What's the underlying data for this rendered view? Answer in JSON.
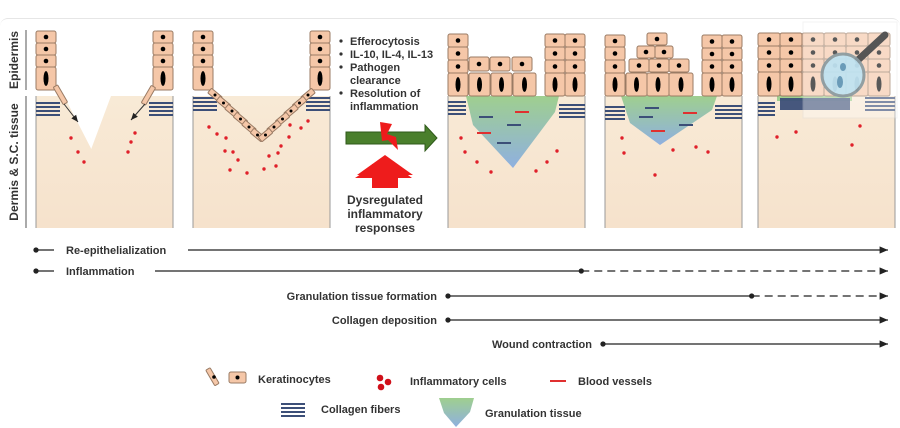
{
  "figure": {
    "layer_labels": {
      "epidermis": "Epidermis",
      "dermis": "Dermis & S.C. tissue"
    },
    "annotations": {
      "bullets": [
        "Efferocytosis",
        "IL-10, IL-4, IL-13",
        "Pathogen",
        "clearance",
        "Resolution of",
        "inflammation"
      ],
      "bullet_marks": [
        true,
        true,
        true,
        false,
        true,
        false
      ],
      "dysregulated": [
        "Dysregulated",
        "inflammatory",
        "responses"
      ]
    },
    "panels": [
      {
        "stage": "open-wound"
      },
      {
        "stage": "migration"
      },
      {
        "stage": "granulation-early"
      },
      {
        "stage": "granulation-late"
      },
      {
        "stage": "remodeled"
      }
    ],
    "timeline": [
      {
        "label": "Re-epithelialization",
        "solid_to": 1.0,
        "dashed_to": null,
        "start": 0.0
      },
      {
        "label": "Inflammation",
        "solid_to": 0.64,
        "dashed_to": 1.0,
        "start": 0.0
      },
      {
        "label": "Granulation tissue formation",
        "solid_to": 0.84,
        "dashed_to": 1.0,
        "start": 0.48
      },
      {
        "label": "Collagen deposition",
        "solid_to": 1.0,
        "dashed_to": null,
        "start": 0.49
      },
      {
        "label": "Wound contraction",
        "solid_to": 1.0,
        "dashed_to": null,
        "start": 0.66
      }
    ],
    "legend": {
      "keratinocytes": "Keratinocytes",
      "inflammatory_cells": "Inflammatory cells",
      "blood_vessels": "Blood vessels",
      "collagen_fibers": "Collagen fibers",
      "granulation_tissue": "Granulation tissue"
    },
    "colors": {
      "cell_fill": "#f5c7a8",
      "cell_stroke": "#9a7b64",
      "dermis": "#f7e6cf",
      "collagen": "#3c4f78",
      "inflammatory": "#e0202a",
      "blood_vessel": "#e03030",
      "granulation_top": "#9fcf8f",
      "granulation_bottom": "#8fb0e0",
      "green_arrow": "#4a7f2c",
      "red_arrow": "#ee1c1c"
    }
  }
}
